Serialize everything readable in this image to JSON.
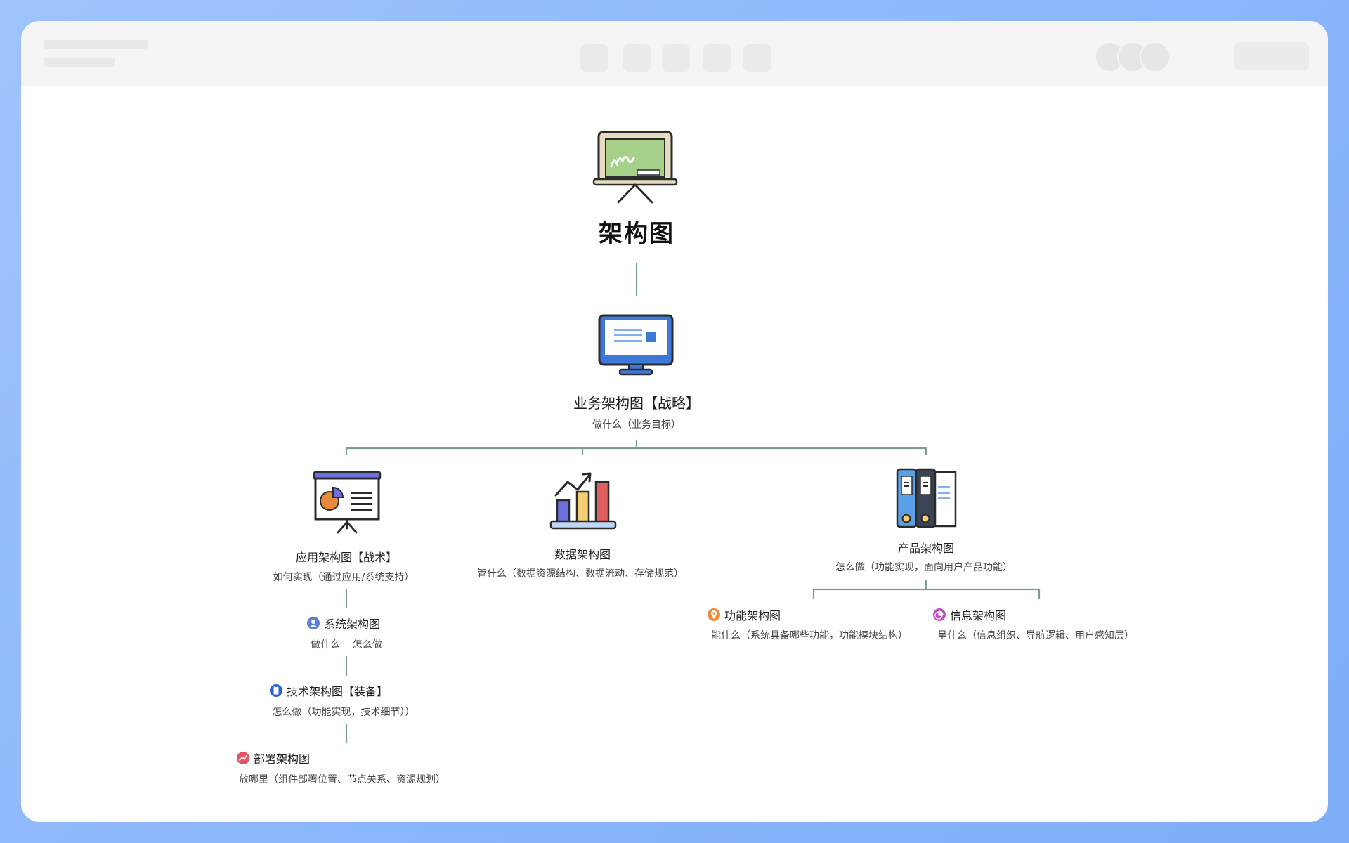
{
  "colors": {
    "connector": "#7d9e92",
    "icon_outline": "#2b2b2b",
    "board_frame": "#e6dcc0",
    "board_green": "#a6cf8a",
    "monitor_blue": "#3f79d8",
    "monitor_screen": "#ffffff",
    "accent_blue": "#4a86e8",
    "accent_orange": "#e88a3c",
    "accent_yellow": "#f4cf74",
    "accent_red": "#e0605e",
    "accent_purple": "#6b6fe0",
    "badge_system": "#5b7fd6",
    "badge_tech": "#2e5fd8",
    "badge_deploy": "#e05561",
    "badge_function": "#ee8c3a",
    "badge_info": "#c04fc1"
  },
  "diagram": {
    "root": {
      "title": "架构图",
      "icon": "blackboard-icon"
    },
    "business": {
      "title": "业务架构图【战略】",
      "desc": "做什么（业务目标）",
      "icon": "monitor-icon"
    },
    "application": {
      "title": "应用架构图【战术】",
      "desc": "如何实现（通过应用/系统支持）",
      "icon": "presentation-board-icon"
    },
    "system": {
      "title": "系统架构图",
      "desc": "做什么    怎么做",
      "icon": "user-circle-icon"
    },
    "technology": {
      "title": "技术架构图【装备】",
      "desc": "怎么做（功能实现，技术细节））",
      "icon": "clipboard-icon"
    },
    "deployment": {
      "title": "部署架构图",
      "desc": "放哪里（组件部署位置、节点关系、资源规划）",
      "icon": "trend-circle-icon"
    },
    "data": {
      "title": "数据架构图",
      "desc": "管什么（数据资源结构、数据流动、存储规范）",
      "icon": "bar-chart-icon"
    },
    "product": {
      "title": "产品架构图",
      "desc": "怎么做（功能实现，面向用户产品功能）",
      "icon": "binders-icon"
    },
    "function": {
      "title": "功能架构图",
      "desc": "能什么（系统具备哪些功能，功能模块结构）",
      "icon": "location-pin-icon"
    },
    "information": {
      "title": "信息架构图",
      "desc": "呈什么（信息组织、导航逻辑、用户感知层）",
      "icon": "pie-chart-icon"
    }
  }
}
